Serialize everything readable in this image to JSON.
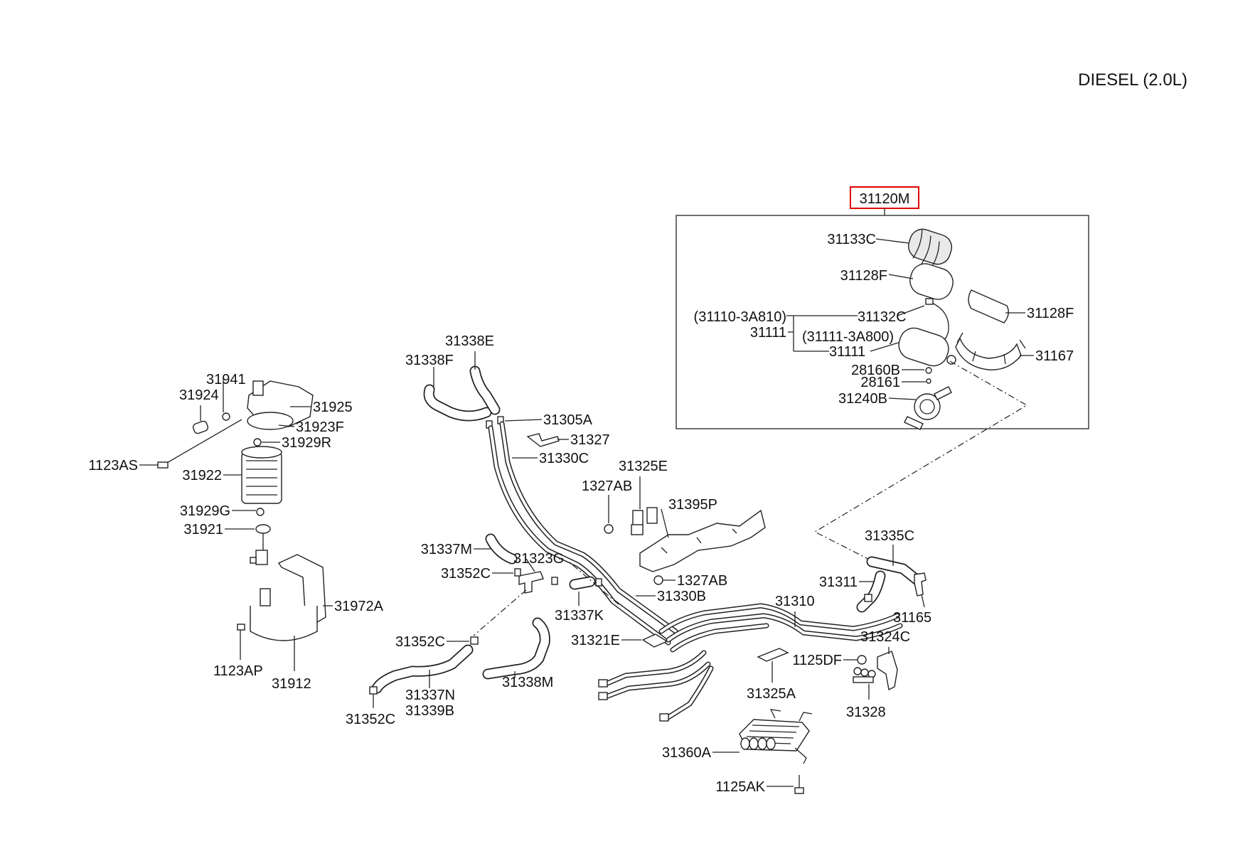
{
  "title": "DIESEL (2.0L)",
  "highlight_color": "#e00000",
  "assembly_label": "31120M",
  "labels": {
    "l31133C": "31133C",
    "l31128F_a": "31128F",
    "l31128F_b": "31128F",
    "l31132C": "31132C",
    "l31110ref": "(31110-3A810)",
    "l31111_a": "31111",
    "l31111ref": "(31111-3A800)",
    "l31111_b": "31111",
    "l31167": "31167",
    "l28160B": "28160B",
    "l28161": "28161",
    "l31240B": "31240B",
    "l31941": "31941",
    "l31924": "31924",
    "l31925": "31925",
    "l31923F": "31923F",
    "l31929R": "31929R",
    "l1123AS": "1123AS",
    "l31922": "31922",
    "l31929G": "31929G",
    "l31921": "31921",
    "l31972A": "31972A",
    "l1123AP": "1123AP",
    "l31912": "31912",
    "l31338E": "31338E",
    "l31338F": "31338F",
    "l31305A": "31305A",
    "l31327": "31327",
    "l31330C": "31330C",
    "l31325E": "31325E",
    "l1327AB_a": "1327AB",
    "l31395P": "31395P",
    "l31337M": "31337M",
    "l31323G": "31323G",
    "l31352C_a": "31352C",
    "l1327AB_b": "1327AB",
    "l31330B": "31330B",
    "l31337K": "31337K",
    "l31352C_b": "31352C",
    "l31321E": "31321E",
    "l31338M": "31338M",
    "l31337N": "31337N",
    "l31339B": "31339B",
    "l31352C_c": "31352C",
    "l31335C": "31335C",
    "l31311": "31311",
    "l31310": "31310",
    "l31165": "31165",
    "l31324C": "31324C",
    "l1125DF": "1125DF",
    "l31325A": "31325A",
    "l31328": "31328",
    "l31360A": "31360A",
    "l1125AK": "1125AK"
  }
}
